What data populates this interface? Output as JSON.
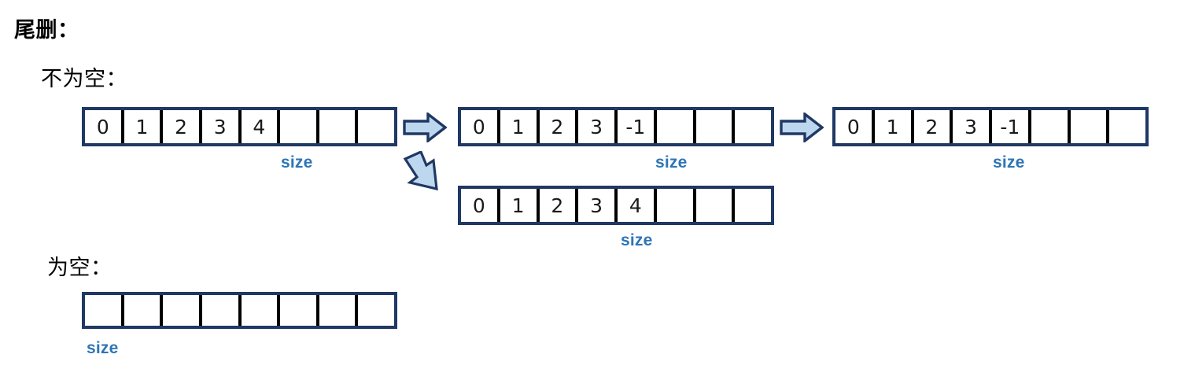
{
  "page": {
    "title": "尾删：",
    "sections": [
      {
        "id": "not-empty",
        "label": "不为空："
      },
      {
        "id": "empty",
        "label": "为空："
      }
    ]
  },
  "colors": {
    "array_border": "#1f3864",
    "cell_divider": "#000000",
    "size_text": "#2e75b6",
    "arrow_fill": "#bdd7ee",
    "arrow_stroke": "#1f3864",
    "background": "#ffffff",
    "heading_text": "#000000"
  },
  "labels": {
    "size": "size"
  },
  "arrays": {
    "step1": {
      "name": "initial-array",
      "capacity": 8,
      "cells": [
        "0",
        "1",
        "2",
        "3",
        "4",
        "",
        "",
        ""
      ],
      "size_label": "size",
      "size_under_index": 5
    },
    "step2_top": {
      "name": "overwrite-last-array",
      "capacity": 8,
      "cells": [
        "0",
        "1",
        "2",
        "3",
        "-1",
        "",
        "",
        ""
      ],
      "size_label": "size",
      "size_under_index": 5
    },
    "step2_bottom": {
      "name": "decrement-size-array",
      "capacity": 8,
      "cells": [
        "0",
        "1",
        "2",
        "3",
        "4",
        "",
        "",
        ""
      ],
      "size_label": "size",
      "size_under_index": 4
    },
    "step3": {
      "name": "result-array",
      "capacity": 8,
      "cells": [
        "0",
        "1",
        "2",
        "3",
        "-1",
        "",
        "",
        ""
      ],
      "size_label": "size",
      "size_under_index": 5
    },
    "empty": {
      "name": "empty-array",
      "capacity": 8,
      "cells": [
        "",
        "",
        "",
        "",
        "",
        "",
        "",
        ""
      ],
      "size_label": "size",
      "size_under_index": 0
    }
  },
  "arrows": [
    {
      "name": "arrow-step1-to-step2",
      "direction": "right"
    },
    {
      "name": "arrow-step1-to-step2-alt",
      "direction": "down-right"
    },
    {
      "name": "arrow-step2-to-step3",
      "direction": "right"
    }
  ]
}
